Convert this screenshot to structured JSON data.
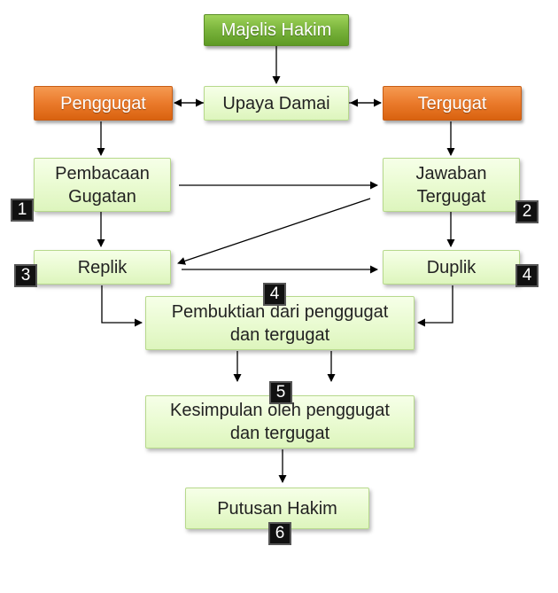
{
  "nodes": {
    "majelis_hakim": "Majelis Hakim",
    "penggugat": "Penggugat",
    "upaya_damai": "Upaya Damai",
    "tergugat": "Tergugat",
    "pembacaan_gugatan": "Pembacaan\nGugatan",
    "jawaban_tergugat": "Jawaban\nTergugat",
    "replik": "Replik",
    "duplik": "Duplik",
    "pembuktian": "Pembuktian dari penggugat\ndan tergugat",
    "kesimpulan": "Kesimpulan oleh penggugat\ndan tergugat",
    "putusan_hakim": "Putusan Hakim"
  },
  "steps": {
    "pembacaan_gugatan": "1",
    "jawaban_tergugat": "2",
    "replik": "3",
    "duplik": "4",
    "pembuktian": "4",
    "kesimpulan": "5",
    "putusan_hakim": "6"
  },
  "colors": {
    "header_green": "#7ab43c",
    "party_orange": "#ea7a2b",
    "step_box_fill": "#eafbd2",
    "step_badge": "#111111",
    "connector": "#000000"
  }
}
